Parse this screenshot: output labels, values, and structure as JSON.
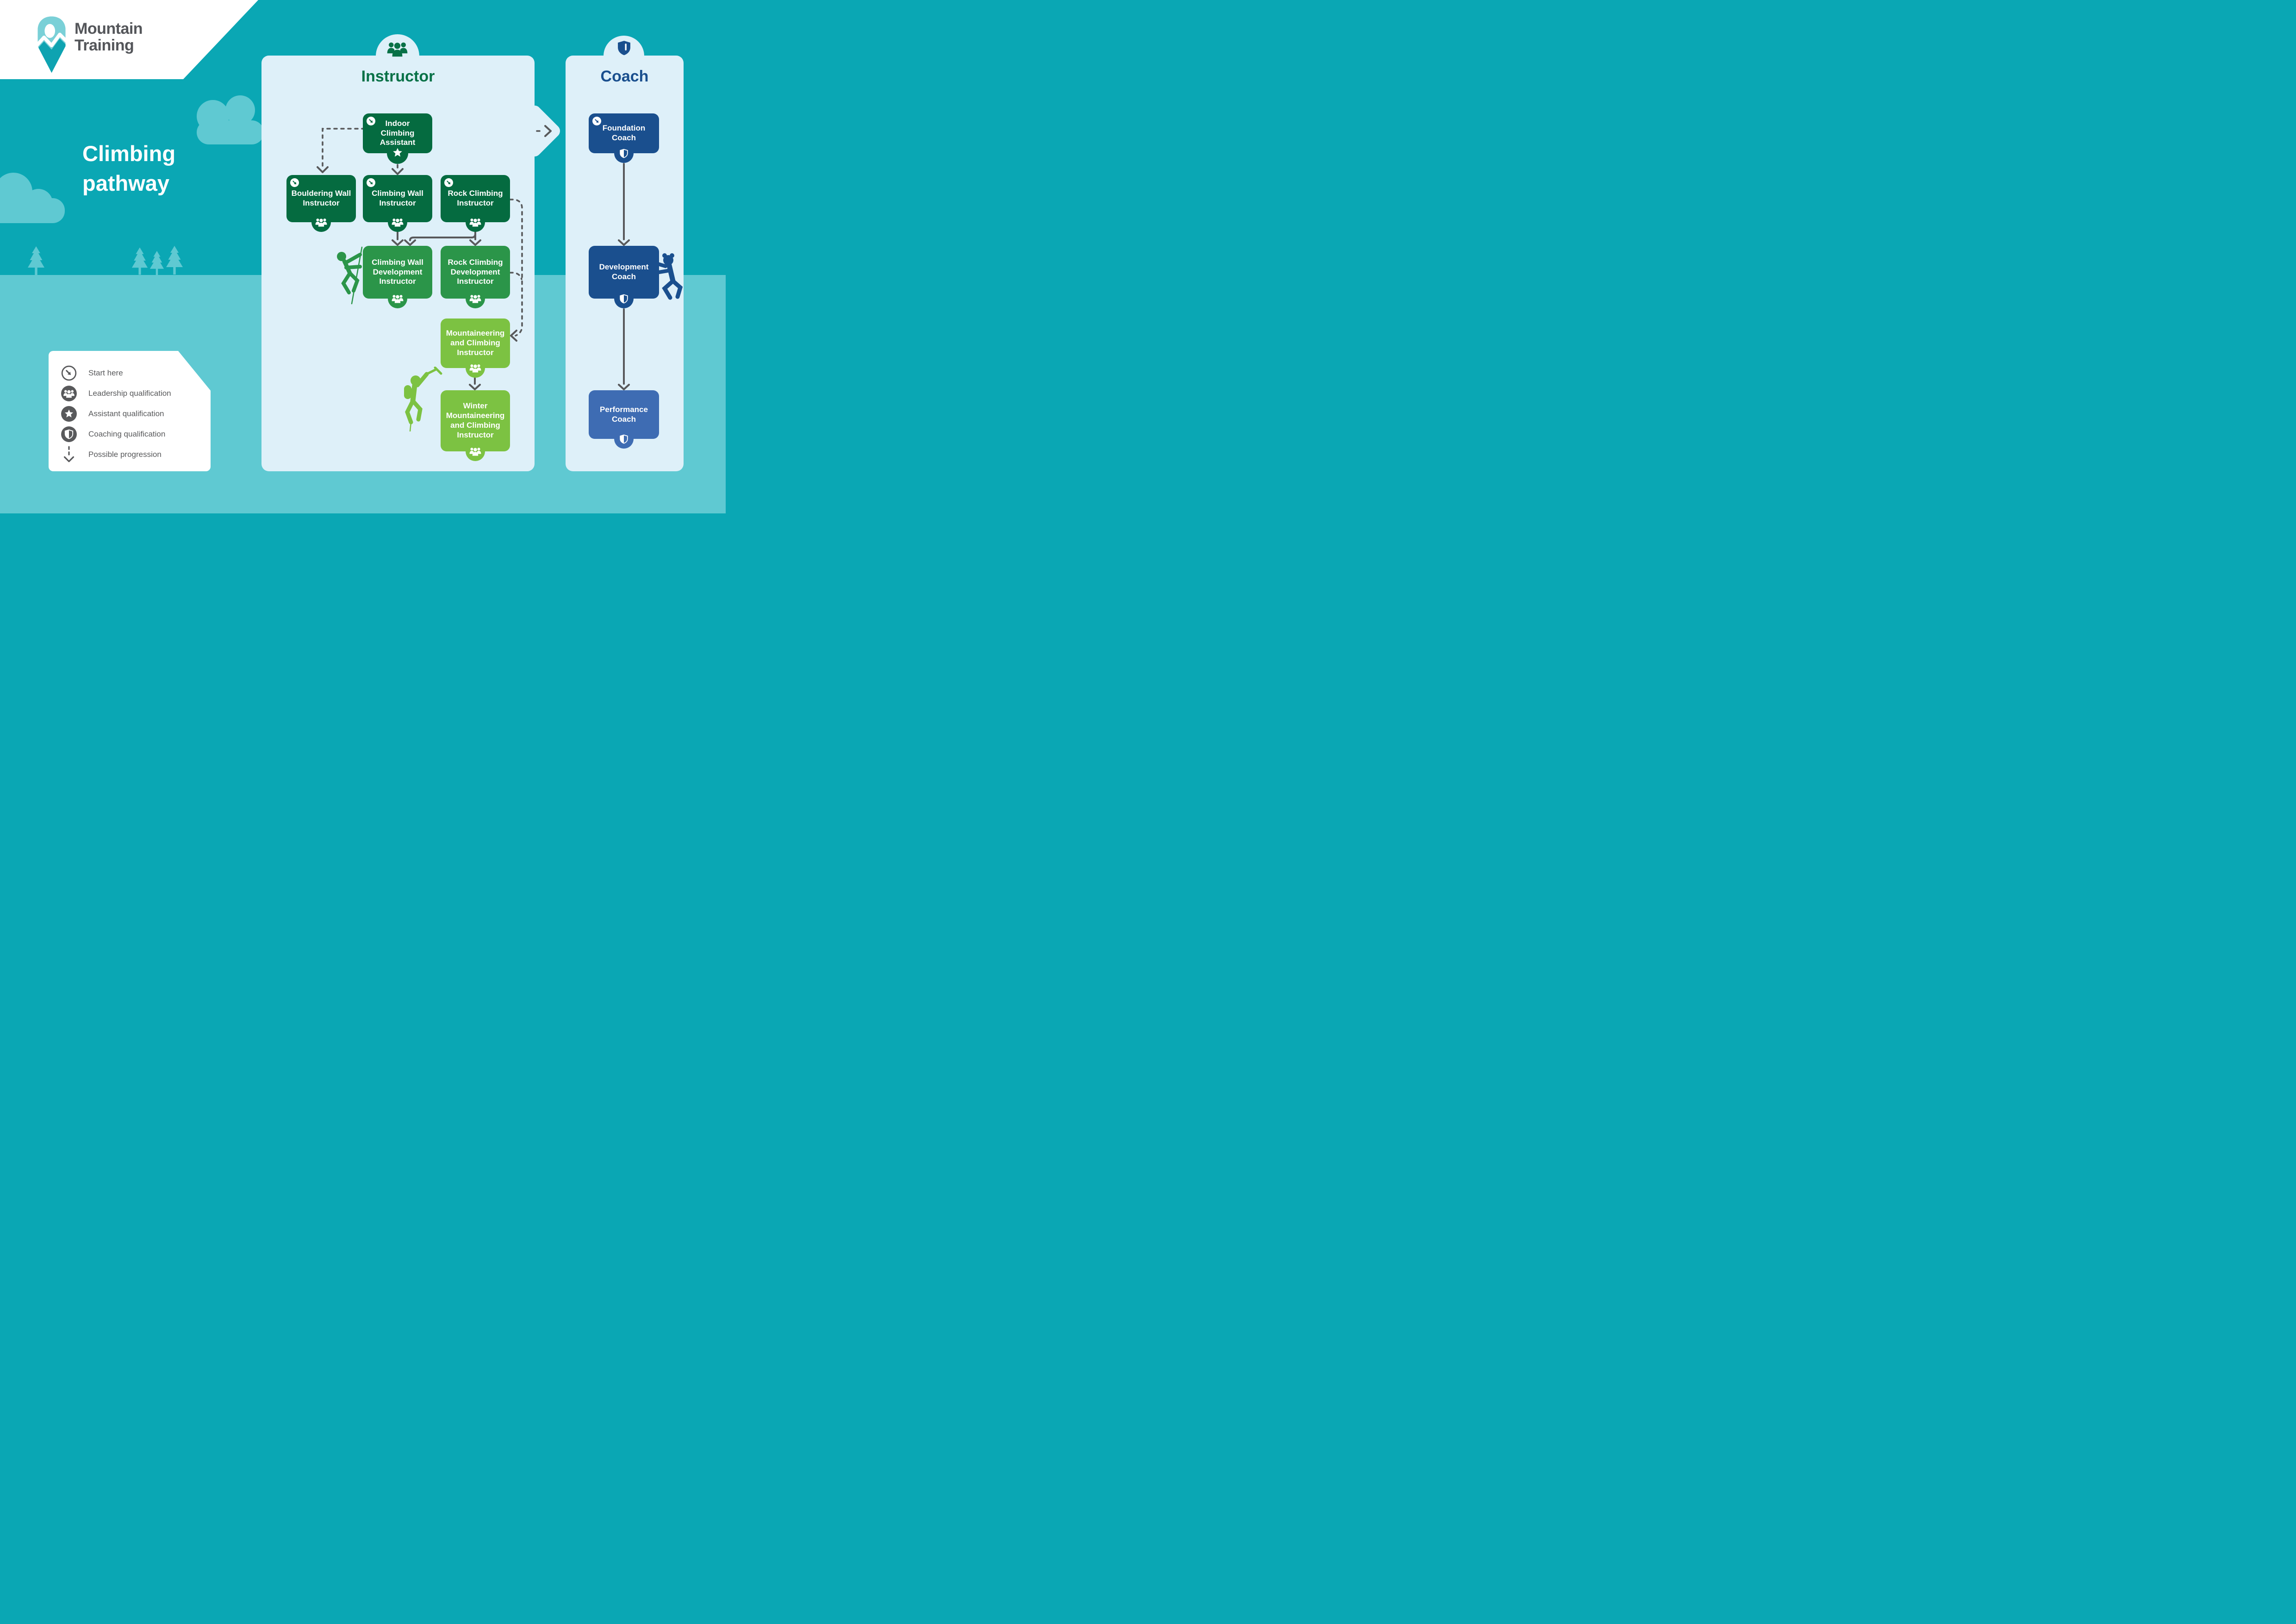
{
  "logo": {
    "line1": "Mountain",
    "line2": "Training"
  },
  "title": "Climbing\npathway",
  "instructor": {
    "title": "Instructor",
    "boxes": {
      "indoor_climbing_assistant": {
        "label": "Indoor\nClimbing\nAssistant"
      },
      "bouldering_wall_instructor": {
        "label": "Bouldering Wall\nInstructor"
      },
      "climbing_wall_instructor": {
        "label": "Climbing Wall\nInstructor"
      },
      "rock_climbing_instructor": {
        "label": "Rock Climbing\nInstructor"
      },
      "climbing_wall_development_instructor": {
        "label": "Climbing Wall\nDevelopment\nInstructor"
      },
      "rock_climbing_development_instructor": {
        "label": "Rock Climbing\nDevelopment\nInstructor"
      },
      "mountaineering_and_climbing_instructor": {
        "label": "Mountaineering\nand Climbing\nInstructor"
      },
      "winter_mountaineering_and_climbing_instructor": {
        "label": "Winter\nMountaineering\nand Climbing\nInstructor"
      }
    }
  },
  "coach": {
    "title": "Coach",
    "boxes": {
      "foundation_coach": {
        "label": "Foundation\nCoach"
      },
      "development_coach": {
        "label": "Development\nCoach"
      },
      "performance_coach": {
        "label": "Performance\nCoach"
      }
    }
  },
  "legend": {
    "items": [
      {
        "id": "start-here",
        "label": "Start here"
      },
      {
        "id": "leadership-qualification",
        "label": "Leadership qualification"
      },
      {
        "id": "assistant-qualification",
        "label": "Assistant qualification"
      },
      {
        "id": "coaching-qualification",
        "label": "Coaching qualification"
      },
      {
        "id": "possible-progression",
        "label": "Possible progression"
      }
    ]
  },
  "colors": {
    "sky": "#0AA7B4",
    "ground": "#5FC9D2",
    "panel": "#DEF0F9",
    "dark_green": "#056B40",
    "mid_green": "#2B9549",
    "light_green": "#7CC242",
    "dark_blue": "#1A4F8E",
    "mid_blue": "#3E6CB3",
    "arrow_gray": "#58595B",
    "logo_gray": "#54565A",
    "white": "#FFFFFF"
  }
}
